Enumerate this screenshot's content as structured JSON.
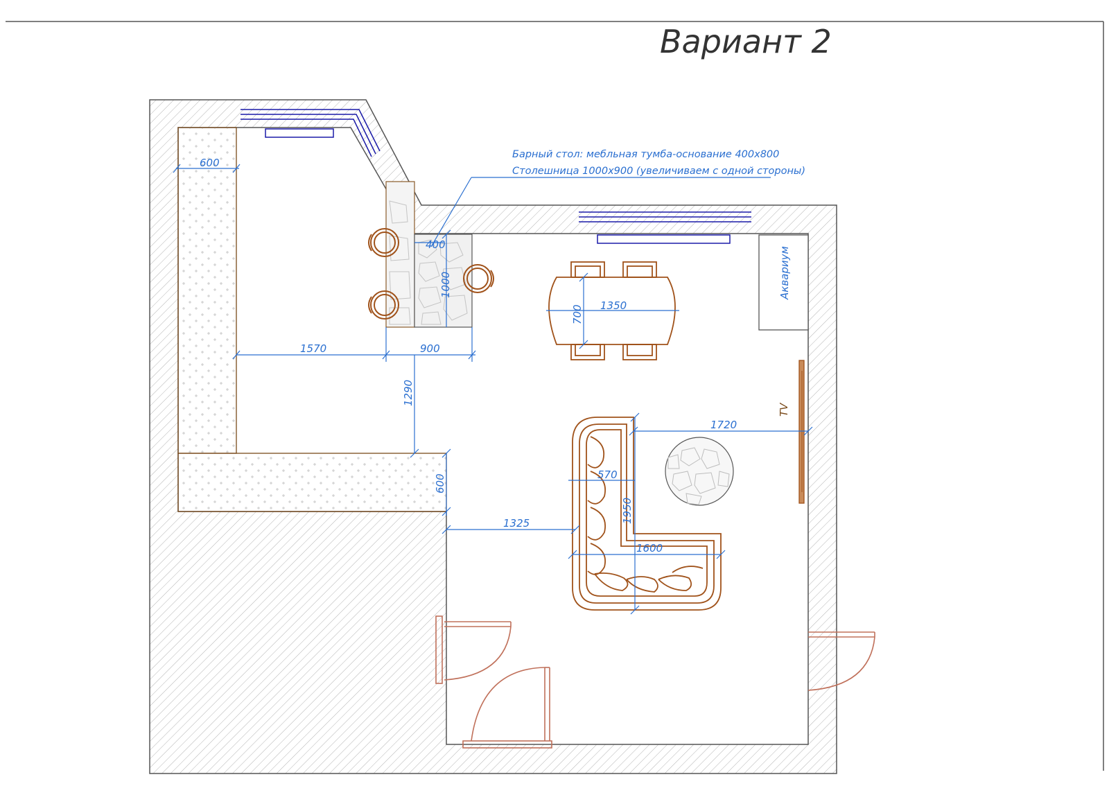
{
  "title": "Вариант 2",
  "note": {
    "line1": "Барный стол: мебльная тумба-основание 400х800",
    "line2": "Столешница 1000х900 (увеличиваем с одной стороны)"
  },
  "labels": {
    "aquarium": "Аквариум",
    "tv": "TV"
  },
  "dimensions": {
    "counter_depth_top": "600",
    "bar_base_width": "400",
    "bar_top_length": "1000",
    "kitchen_passage": "1570",
    "bar_top_width": "900",
    "passage_to_counter": "1290",
    "counter_depth_bottom": "600",
    "dining_table_length": "1350",
    "dining_table_width": "700",
    "sofa_to_tv": "1720",
    "sofa_seat_depth": "570",
    "sofa_side_length": "1950",
    "sofa_bottom_length": "1600",
    "door_to_sofa": "1325"
  },
  "colors": {
    "wall": "#555555",
    "hatch": "#b4b4b4",
    "dimension": "#2a6fd0",
    "window": "#1a1aa8",
    "furniture": "#a0521a",
    "door": "#c0705a",
    "counter_dots": "#c8c8c8"
  }
}
